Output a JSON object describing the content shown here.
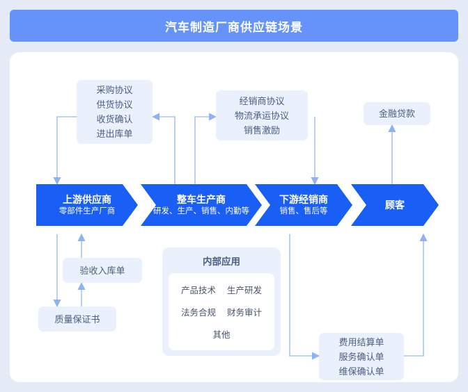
{
  "header": {
    "title": "汽车制造厂商供应链场景"
  },
  "flow": {
    "nodes": [
      {
        "name": "upstream-supplier",
        "line1": "上游供应商",
        "line2": "零部件生产厂商"
      },
      {
        "name": "vehicle-manufacturer",
        "line1": "整车生产商",
        "line2": "研发、生产、销售、内勤等"
      },
      {
        "name": "downstream-dealer",
        "line1": "下游经销商",
        "line2": "销售、售后等"
      },
      {
        "name": "customer",
        "line1": "顾客",
        "line2": ""
      }
    ]
  },
  "notes": {
    "procurement": {
      "lines": [
        "采购协议",
        "供货协议",
        "收货确认",
        "进出库单"
      ]
    },
    "dealer_agreements": {
      "lines": [
        "经销商协议",
        "物流承运协议",
        "销售激励"
      ]
    },
    "finance_loan": {
      "lines": [
        "金融贷款"
      ]
    },
    "acceptance_receipt": {
      "lines": [
        "验收入库单"
      ]
    },
    "quality_certificate": {
      "lines": [
        "质量保证书"
      ]
    },
    "settlement": {
      "lines": [
        "费用结算单",
        "服务确认单",
        "维保确认单"
      ]
    }
  },
  "internal_panel": {
    "title": "内部应用",
    "rows": [
      [
        "产品技术",
        "生产研发"
      ],
      [
        "法务合规",
        "财务审计"
      ],
      [
        "其他"
      ]
    ]
  },
  "colors": {
    "page_background": "#e4ebf7",
    "header_blue": "#6693fa",
    "chevron_blue": "#1a5ff5",
    "note_background": "#eaf0fc",
    "note_text": "#4c5e80",
    "wire": "#9dbdf2",
    "card_white": "#ffffff"
  }
}
